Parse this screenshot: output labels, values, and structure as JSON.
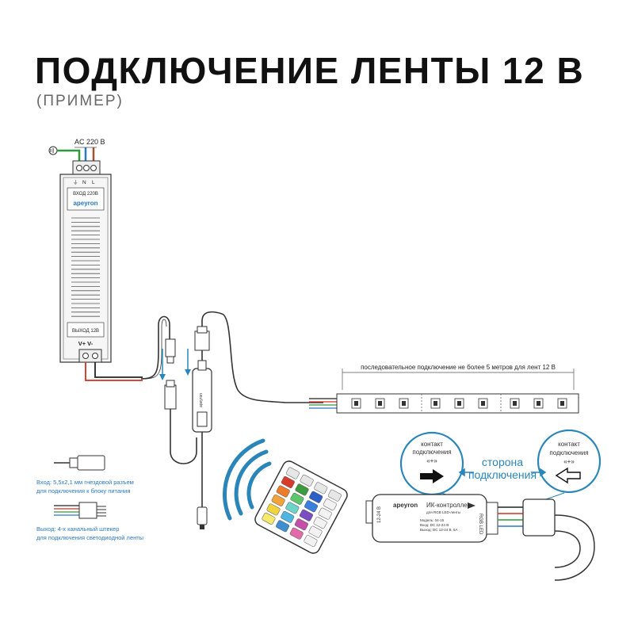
{
  "header": {
    "title": "ПОДКЛЮЧЕНИЕ ЛЕНТЫ 12 В",
    "subtitle": "(ПРИМЕР)"
  },
  "psu": {
    "ac_label": "AC 220 В",
    "terminal_labels": [
      "⏚",
      "N",
      "L"
    ],
    "input_label": "ВХОД 220В",
    "brand": "apeyron",
    "output_label": "ВЫХОД 12В",
    "output_terminals": "V+ V-"
  },
  "strip": {
    "note": "последовательное подключение не более 5 метров для лент 12 В"
  },
  "contact_left": {
    "line1": "контакт",
    "line2": "подключения",
    "line3": "«+»"
  },
  "contact_right": {
    "line1": "контакт",
    "line2": "подключения",
    "line3": "«+»"
  },
  "connection_side": {
    "line1": "сторона",
    "line2": "подключения"
  },
  "controller": {
    "brand": "apeyron",
    "name": "ИК-контроллер",
    "sub": "для RGB LED-ленты",
    "specs": [
      "Модель: 04-15",
      "Вход:  DC 12-24 В",
      "Выход: DC 12-24 В, 6А"
    ],
    "voltage": "12-24 В",
    "rgb": "RGB LED"
  },
  "legend": {
    "input_line1": "Вход:  5,5х2,1 мм гнездовой разъем",
    "input_line2": "для подключения к блоку питания",
    "output_line1": "Выход:  4-х канальный штекер",
    "output_line2": "для подключения светодиодной ленты"
  },
  "colors": {
    "line": "#333333",
    "accent_blue": "#2a86b8",
    "wire_blue": "#2b79c2",
    "wire_brown": "#a0522d",
    "wire_red": "#d0301e",
    "wire_green": "#2e9a3e"
  }
}
